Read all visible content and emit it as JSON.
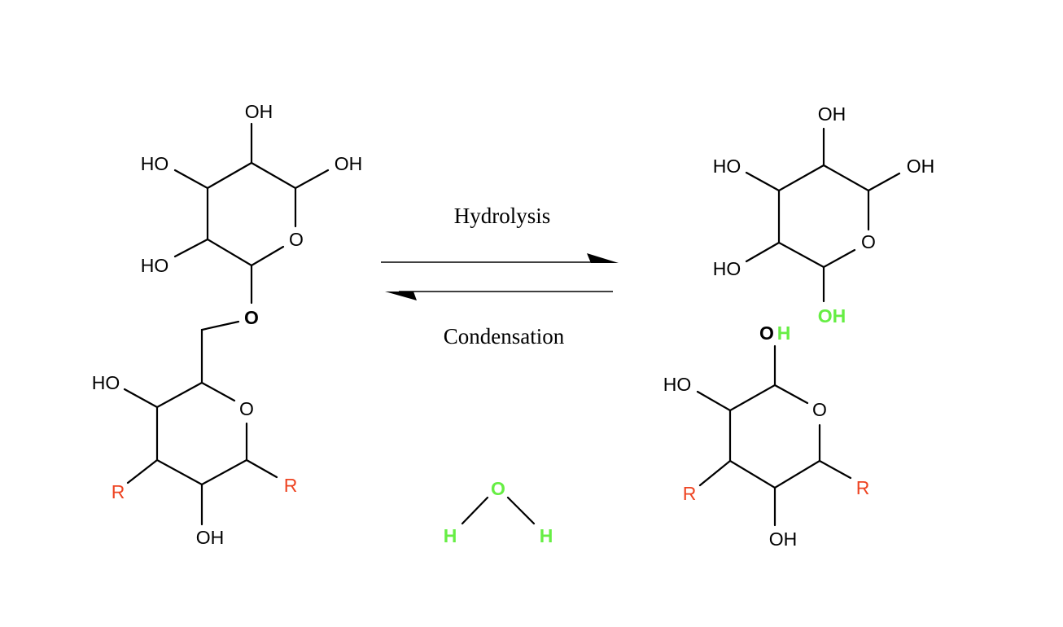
{
  "colors": {
    "bond": "#000000",
    "r_group": "#ee4422",
    "water": "#66ee44"
  },
  "reaction": {
    "forward_label": "Hydrolysis",
    "reverse_label": "Condensation"
  },
  "reactant": {
    "top_ring": {
      "oh_top": "OH",
      "ho_upper_left": "HO",
      "oh_upper_right": "OH",
      "ring_o": "O",
      "ho_lower_left": "HO"
    },
    "glycosidic_o": "O",
    "bottom_ring": {
      "ho_left": "HO",
      "ring_o": "O",
      "r_left": "R",
      "r_right": "R",
      "oh_bottom": "OH"
    }
  },
  "water": {
    "o": "O",
    "h_left": "H",
    "h_right": "H"
  },
  "products": {
    "top_ring": {
      "oh_top": "OH",
      "ho_upper_left": "HO",
      "oh_upper_right": "OH",
      "ring_o": "O",
      "ho_lower_left": "HO",
      "oh_new": "OH"
    },
    "bottom_ring": {
      "o_top": "O",
      "h_top": "H",
      "ho_left": "HO",
      "ring_o": "O",
      "r_left": "R",
      "r_right": "R",
      "oh_bottom": "OH"
    }
  }
}
